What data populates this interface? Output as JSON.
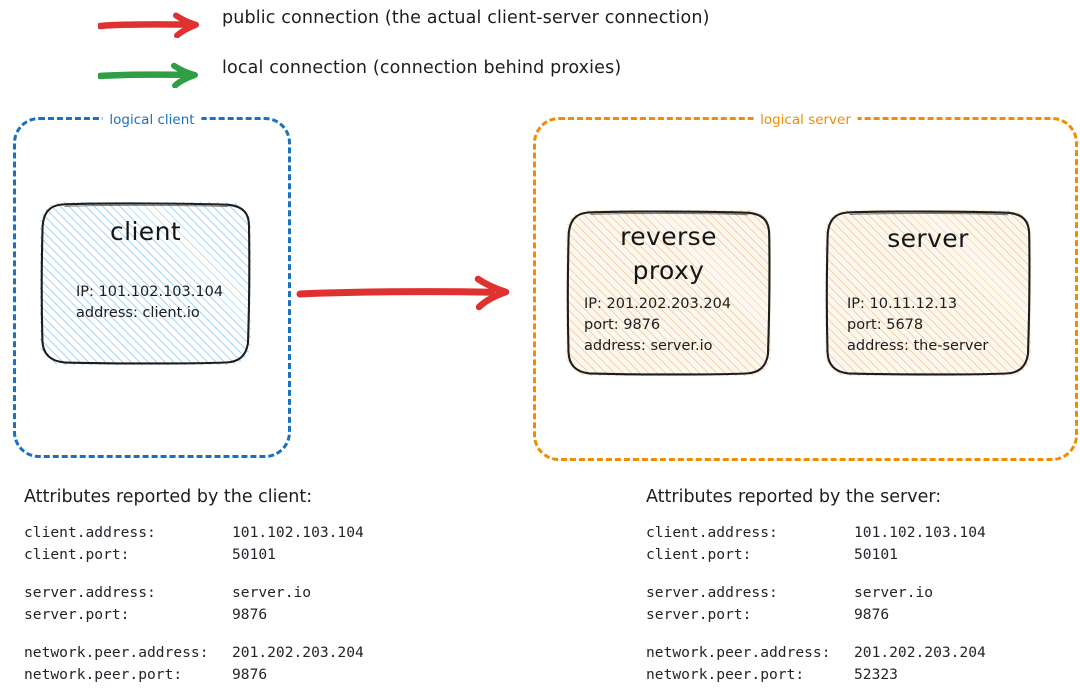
{
  "legend": {
    "items": [
      {
        "icon": "red-arrow-icon",
        "color": "#e03131",
        "label": "public connection (the actual client-server connection)"
      },
      {
        "icon": "green-arrow-icon",
        "color": "#2f9e44",
        "label": "local connection (connection behind proxies)"
      }
    ]
  },
  "colors": {
    "logical_client_border": "#1971c2",
    "logical_server_border": "#f08c00",
    "public_arrow": "#e03131",
    "local_arrow": "#2f9e44",
    "client_fill_hatch": "#a9d6f0",
    "server_fill_hatch": "#f0d5ad",
    "node_stroke": "#1d1d1d"
  },
  "logical_client": {
    "label": "logical client",
    "nodes": [
      {
        "title": "client",
        "attrs": "IP: 101.102.103.104\naddress: client.io"
      }
    ]
  },
  "logical_server": {
    "label": "logical server",
    "nodes": [
      {
        "title": "reverse\nproxy",
        "attrs": "IP: 201.202.203.204\nport: 9876\naddress: server.io"
      },
      {
        "title": "server",
        "attrs": "IP: 10.11.12.13\nport: 5678\naddress: the-server"
      }
    ]
  },
  "connections": {
    "public_arrow_name": "public-connection-arrow"
  },
  "attributes_client": {
    "heading": "Attributes reported by the client:",
    "groups": [
      [
        {
          "key": "client.address:",
          "value": "101.102.103.104"
        },
        {
          "key": "client.port:",
          "value": "50101"
        }
      ],
      [
        {
          "key": "server.address:",
          "value": "server.io"
        },
        {
          "key": "server.port:",
          "value": "9876"
        }
      ],
      [
        {
          "key": "network.peer.address:",
          "value": "201.202.203.204"
        },
        {
          "key": "network.peer.port:",
          "value": "9876"
        }
      ]
    ]
  },
  "attributes_server": {
    "heading": "Attributes reported by the server:",
    "groups": [
      [
        {
          "key": "client.address:",
          "value": "101.102.103.104"
        },
        {
          "key": "client.port:",
          "value": "50101"
        }
      ],
      [
        {
          "key": "server.address:",
          "value": "server.io"
        },
        {
          "key": "server.port:",
          "value": "9876"
        }
      ],
      [
        {
          "key": "network.peer.address:",
          "value": "201.202.203.204"
        },
        {
          "key": "network.peer.port:",
          "value": "52323"
        }
      ]
    ]
  }
}
